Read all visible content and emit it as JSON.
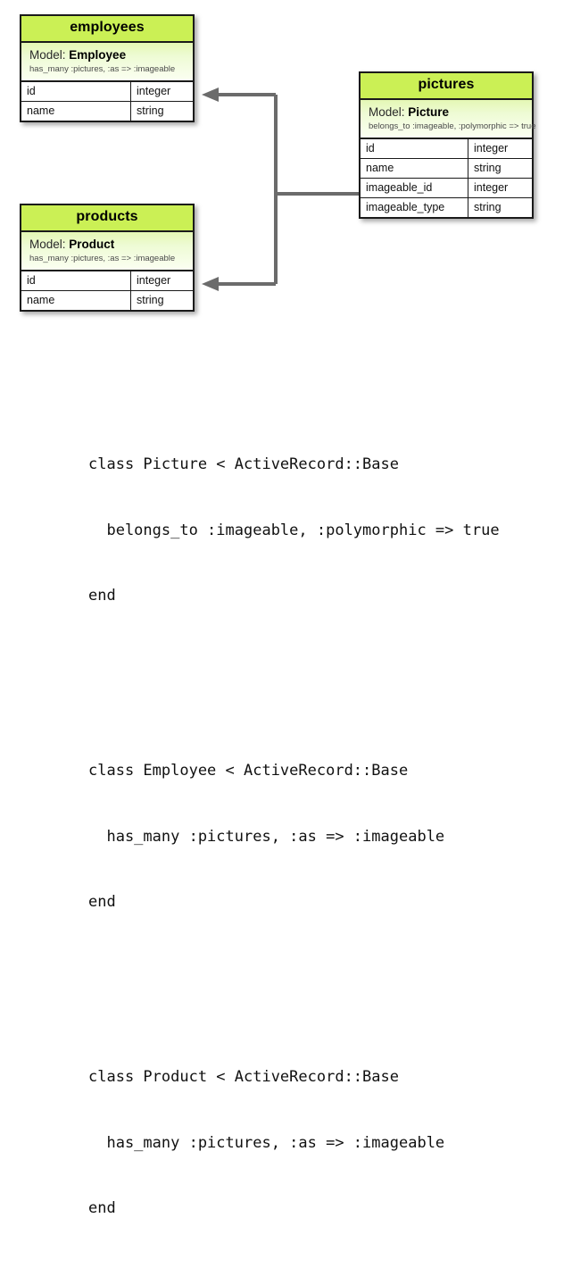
{
  "diagram": {
    "tables": [
      {
        "id": "employees",
        "title": "employees",
        "model_label": "Model:",
        "model_name": "Employee",
        "model_assoc": "has_many :pictures, :as => :imageable",
        "columns": [
          {
            "name": "id",
            "type": "integer"
          },
          {
            "name": "name",
            "type": "string"
          }
        ]
      },
      {
        "id": "products",
        "title": "products",
        "model_label": "Model:",
        "model_name": "Product",
        "model_assoc": "has_many :pictures, :as => :imageable",
        "columns": [
          {
            "name": "id",
            "type": "integer"
          },
          {
            "name": "name",
            "type": "string"
          }
        ]
      },
      {
        "id": "pictures",
        "title": "pictures",
        "model_label": "Model:",
        "model_name": "Picture",
        "model_assoc": "belongs_to :imageable, :polymorphic => true",
        "columns": [
          {
            "name": "id",
            "type": "integer"
          },
          {
            "name": "name",
            "type": "string"
          },
          {
            "name": "imageable_id",
            "type": "integer"
          },
          {
            "name": "imageable_type",
            "type": "string"
          }
        ]
      }
    ],
    "relationships": [
      {
        "from": "pictures",
        "to": "employees",
        "style": "arrow"
      },
      {
        "from": "pictures",
        "to": "products",
        "style": "arrow"
      }
    ],
    "colors": {
      "header_green": "#cbf055",
      "model_green": "#e4f7b4",
      "border": "#1a1a1a",
      "connector": "#6b6b6b"
    }
  },
  "code": {
    "blocks": [
      {
        "id": "picture-class",
        "lines": [
          "class Picture < ActiveRecord::Base",
          "  belongs_to :imageable, :polymorphic => true",
          "end"
        ]
      },
      {
        "id": "employee-class",
        "lines": [
          "class Employee < ActiveRecord::Base",
          "  has_many :pictures, :as => :imageable",
          "end"
        ]
      },
      {
        "id": "product-class",
        "lines": [
          "class Product < ActiveRecord::Base",
          "  has_many :pictures, :as => :imageable",
          "end"
        ]
      }
    ]
  }
}
